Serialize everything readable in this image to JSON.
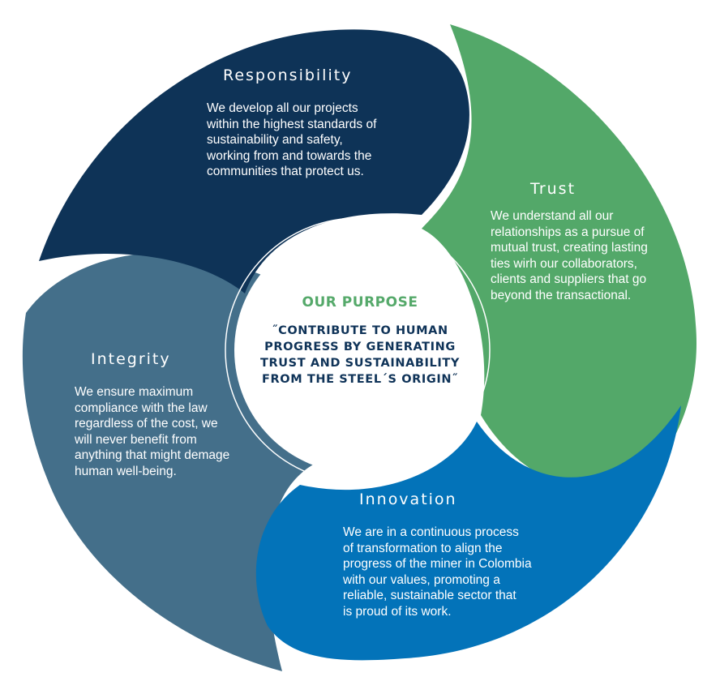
{
  "colors": {
    "responsibility": "#0e3357",
    "trust": "#53a869",
    "innovation": "#0373b9",
    "integrity": "#446f8a",
    "center_ring": "#ffffff",
    "purpose_title": "#55a96a",
    "purpose_text": "#0f3358"
  },
  "center": {
    "title": "OUR PURPOSE",
    "lines": [
      "˝CONTRIBUTE TO HUMAN",
      "PROGRESS BY GENERATING",
      "TRUST AND SUSTAINABILITY",
      "FROM THE STEEL´S ORIGIN˝"
    ]
  },
  "values": {
    "responsibility": {
      "title": "Responsibility",
      "lines": [
        "We develop all our projects",
        "within the highest standards of",
        "sustainability and safety,",
        "working from and towards the",
        "communities that protect us."
      ]
    },
    "trust": {
      "title": "Trust",
      "lines": [
        "We understand all our",
        "relationships as a pursue of",
        "mutual trust, creating lasting",
        "ties  wirh our collaborators,",
        "clients and suppliers that go",
        "beyond the transactional."
      ]
    },
    "innovation": {
      "title": "Innovation",
      "lines": [
        "We are in a continuous process",
        "of transformation to align the",
        "progress of the miner in Colombia",
        "with our values, promoting a",
        "reliable, sustainable sector that",
        "is proud of its work."
      ]
    },
    "integrity": {
      "title": "Integrity",
      "lines": [
        "We ensure maximum",
        "compliance with the law",
        "regardless of the cost, we",
        "will never benefit from",
        "anything that might demage",
        "human well-being."
      ]
    }
  }
}
